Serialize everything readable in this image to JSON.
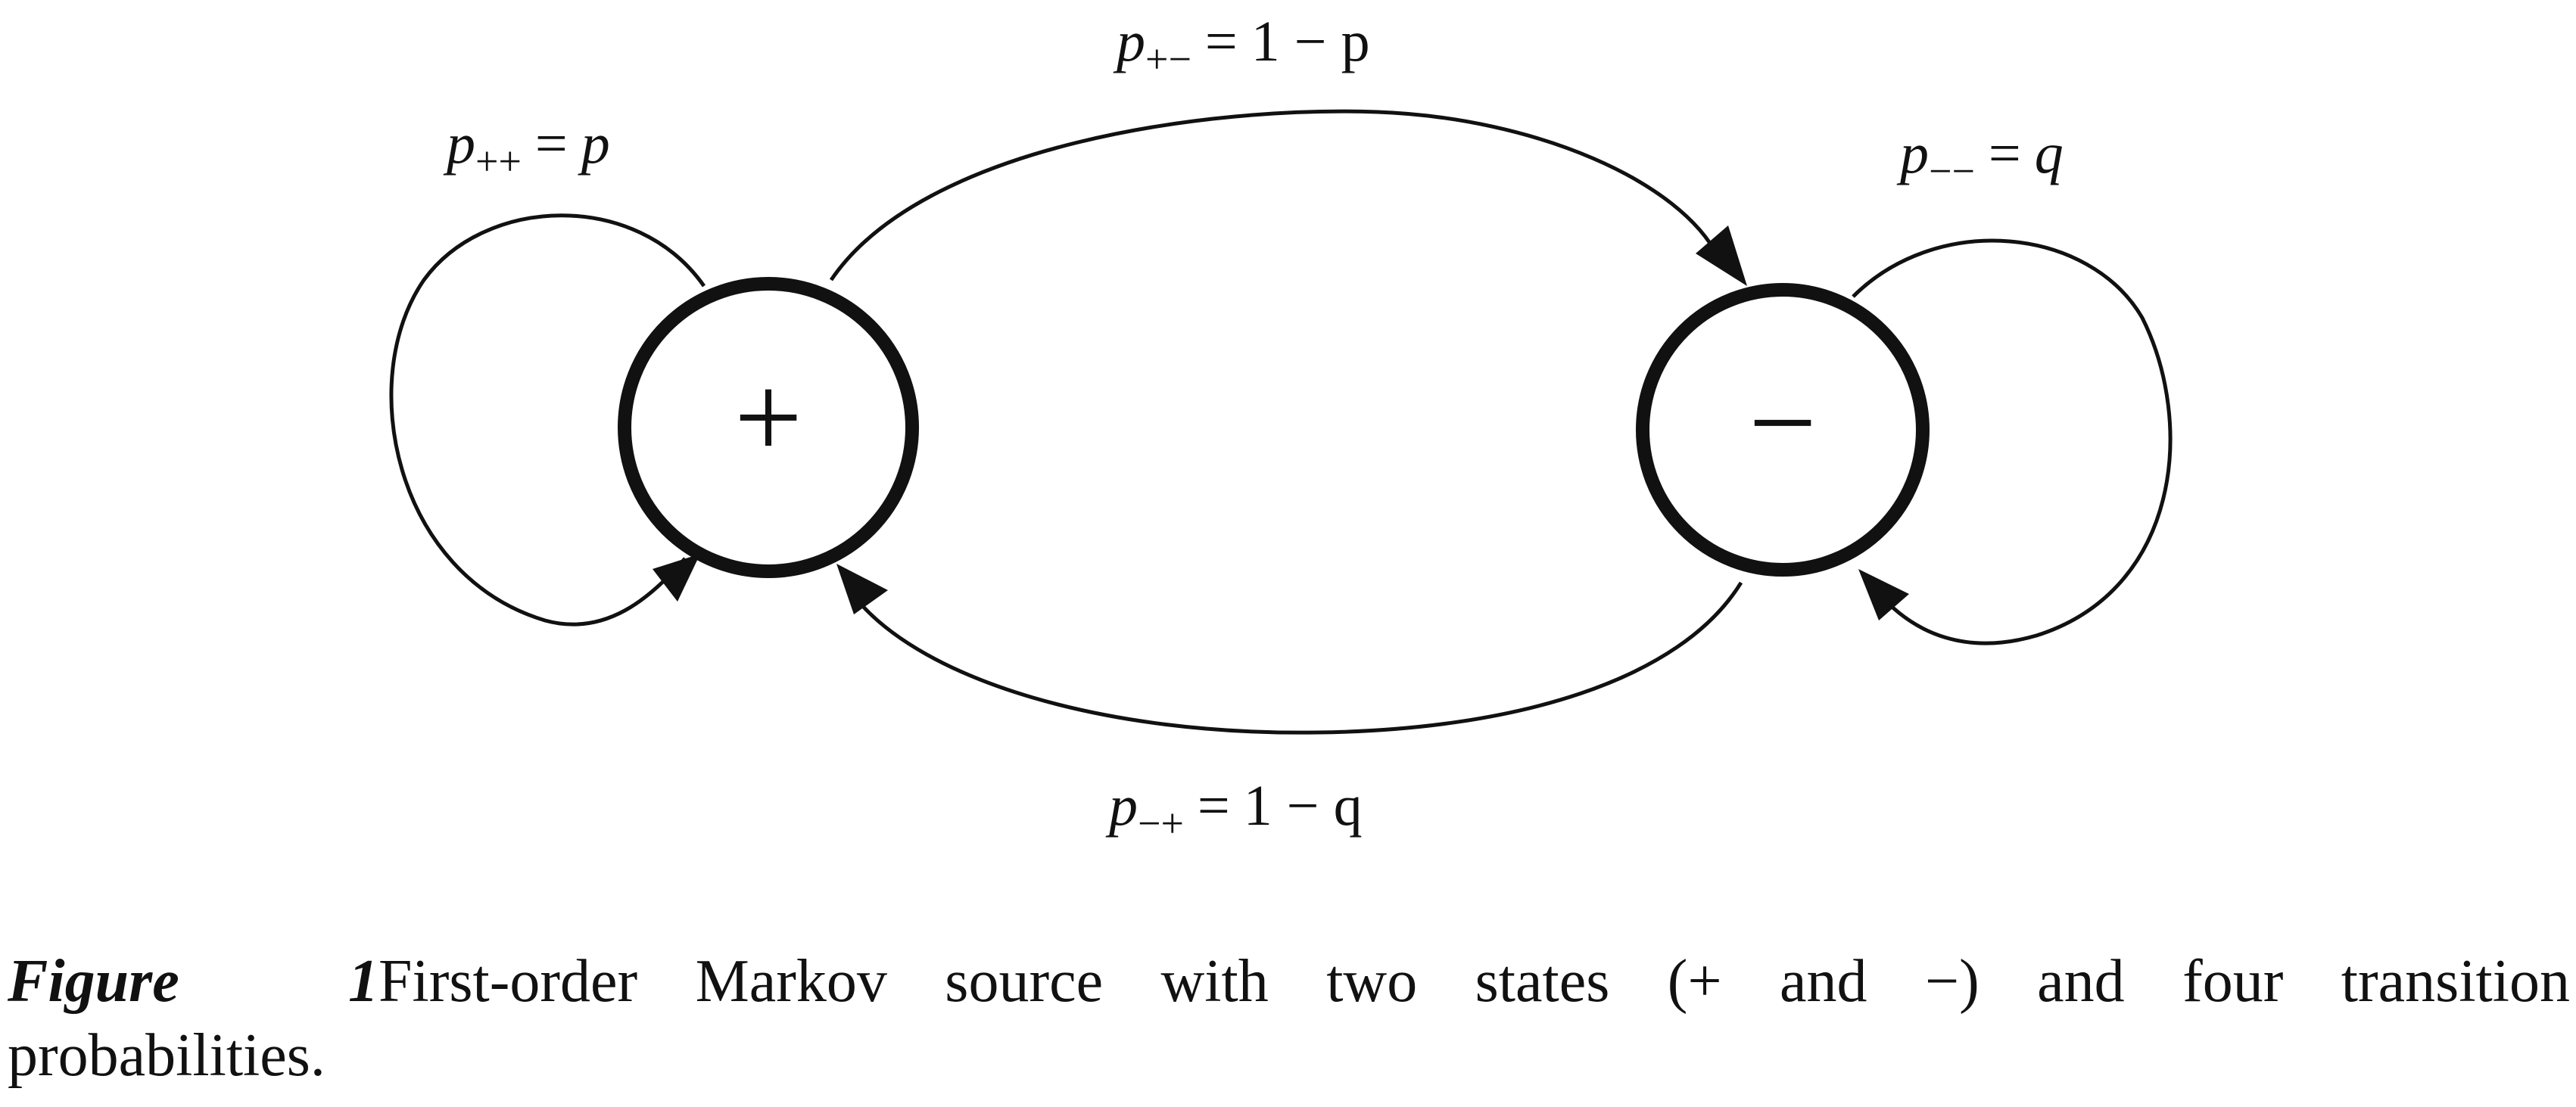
{
  "figure": {
    "states": {
      "plus": {
        "symbol": "+"
      },
      "minus": {
        "symbol": "−"
      }
    },
    "transitions": {
      "plus_plus": {
        "sub": "++",
        "rhs": "p"
      },
      "plus_minus": {
        "sub": "+−",
        "rhs": "1 − p"
      },
      "minus_minus": {
        "sub": "−−",
        "rhs": "q"
      },
      "minus_plus": {
        "sub": "−+",
        "rhs": "1 − q"
      }
    },
    "variable": "p"
  },
  "caption": {
    "label": "Figure 1",
    "line1": "First-order Markov source with two states (+ and −) and four transition",
    "line2": "probabilities."
  },
  "colors": {
    "ink": "#111111",
    "paper": "#ffffff"
  }
}
